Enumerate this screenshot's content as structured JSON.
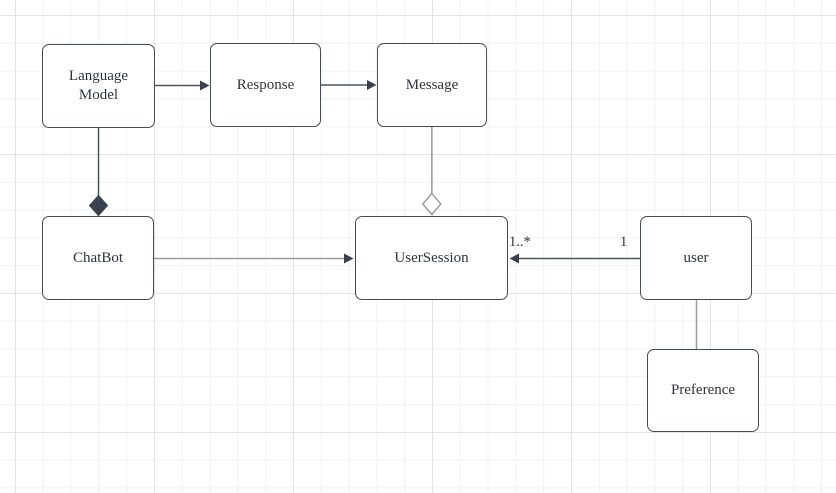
{
  "diagram": {
    "nodes": {
      "language_model": {
        "label": "Language Model"
      },
      "response": {
        "label": "Response"
      },
      "message": {
        "label": "Message"
      },
      "chatbot": {
        "label": "ChatBot"
      },
      "user_session": {
        "label": "UserSession"
      },
      "user": {
        "label": "user"
      },
      "preference": {
        "label": "Preference"
      }
    },
    "edge_labels": {
      "user_session_multiplicity": "1..*",
      "user_multiplicity": "1"
    },
    "edges": [
      {
        "from": "Language Model",
        "to": "Response",
        "type": "directed-arrow"
      },
      {
        "from": "Response",
        "to": "Message",
        "type": "directed-arrow"
      },
      {
        "from": "Language Model",
        "to": "ChatBot",
        "type": "composition-filled-diamond"
      },
      {
        "from": "Message",
        "to": "UserSession",
        "type": "aggregation-hollow-diamond"
      },
      {
        "from": "ChatBot",
        "to": "UserSession",
        "type": "directed-arrow"
      },
      {
        "from": "user",
        "to": "UserSession",
        "type": "directed-arrow",
        "source_label": "1",
        "target_label": "1..*"
      },
      {
        "from": "user",
        "to": "Preference",
        "type": "plain-line"
      }
    ],
    "colors": {
      "canvas_bg": "#ffffff",
      "grid_minor": "#f0f1f3",
      "grid_major": "#e3e4e8",
      "node_border": "#454c59",
      "node_fill": "#ffffff",
      "text_color": "#2f343d",
      "dark_line": "#4d5564",
      "gray_line": "#979ca4",
      "arrow_fill": "#39404e",
      "diamond_fill": "#39414f"
    }
  }
}
